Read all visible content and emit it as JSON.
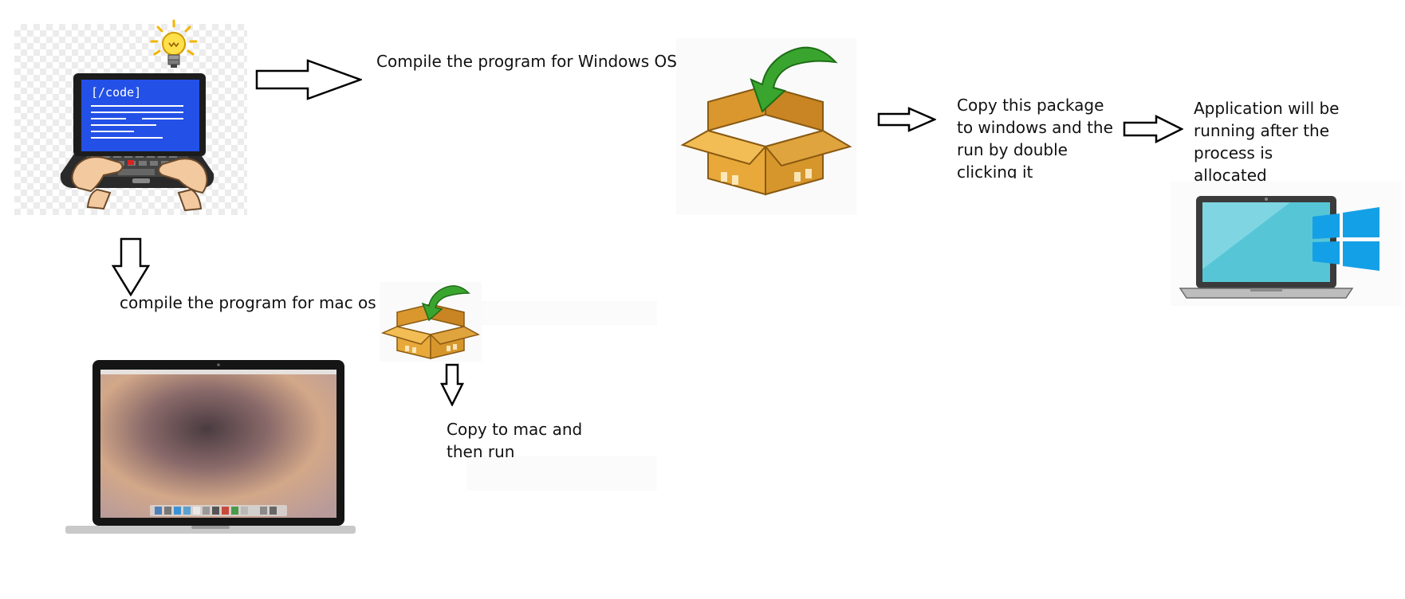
{
  "diagram": {
    "steps": {
      "compile_windows": "Compile the program for Windows OS",
      "copy_windows_lines": [
        "Copy this package",
        "to windows and the",
        "run by double",
        "clicking it"
      ],
      "app_running_lines": [
        "Application will be",
        "running after the",
        "process is",
        "allocated"
      ],
      "compile_mac": "compile the program for mac os",
      "copy_mac_lines": [
        "Copy to mac and",
        "then run"
      ]
    },
    "icons": {
      "developer": "developer-laptop-icon",
      "bulb": "lightbulb-icon",
      "package_large": "package-box-icon",
      "package_small": "package-box-icon",
      "windows_laptop": "windows-laptop-icon",
      "mac_laptop": "macbook-icon",
      "arrow": "arrow-icon"
    },
    "code_tag": "[/code]",
    "colors": {
      "box": "#e8a93a",
      "box_dark": "#c27f1e",
      "arrow_green": "#3aa52e",
      "windows_blue": "#14a0e6",
      "screen_blue": "#2350e6"
    }
  }
}
